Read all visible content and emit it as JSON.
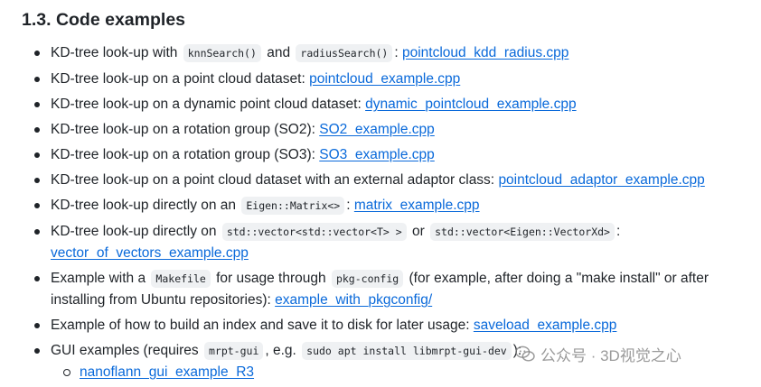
{
  "heading": "1.3. Code examples",
  "items": [
    {
      "t1": "KD-tree look-up with",
      "c1": "knnSearch()",
      "t2": "and",
      "c2": "radiusSearch()",
      "t3": ":",
      "link": "pointcloud_kdd_radius.cpp"
    },
    {
      "t1": "KD-tree look-up on a point cloud dataset:",
      "link": "pointcloud_example.cpp"
    },
    {
      "t1": "KD-tree look-up on a dynamic point cloud dataset:",
      "link": "dynamic_pointcloud_example.cpp"
    },
    {
      "t1": "KD-tree look-up on a rotation group (SO2):",
      "link": "SO2_example.cpp"
    },
    {
      "t1": "KD-tree look-up on a rotation group (SO3):",
      "link": "SO3_example.cpp"
    },
    {
      "t1": "KD-tree look-up on a point cloud dataset with an external adaptor class:",
      "link": "pointcloud_adaptor_example.cpp"
    },
    {
      "t1": "KD-tree look-up directly on an",
      "c1": "Eigen::Matrix<>",
      "t2": ":",
      "link": "matrix_example.cpp"
    },
    {
      "t1": "KD-tree look-up directly on",
      "c1": "std::vector<std::vector<T> >",
      "t2": "or",
      "c2": "std::vector<Eigen::VectorXd>",
      "t3": ":",
      "link": "vector_of_vectors_example.cpp"
    },
    {
      "t1": "Example with a",
      "c1": "Makefile",
      "t2": "for usage through",
      "c2": "pkg-config",
      "t3": "(for example, after doing a \"make install\" or after installing from Ubuntu repositories):",
      "link": "example_with_pkgconfig/"
    },
    {
      "t1": "Example of how to build an index and save it to disk for later usage:",
      "link": "saveload_example.cpp"
    },
    {
      "t1": "GUI examples (requires",
      "c1": "mrpt-gui",
      "t2": ", e.g.",
      "c2": "sudo apt install libmrpt-gui-dev",
      "t3": "):",
      "sub_link": "nanoflann_gui_example_R3"
    }
  ],
  "watermark": {
    "text": "公众号 · 3D视觉之心",
    "icon": "wechat-icon"
  }
}
